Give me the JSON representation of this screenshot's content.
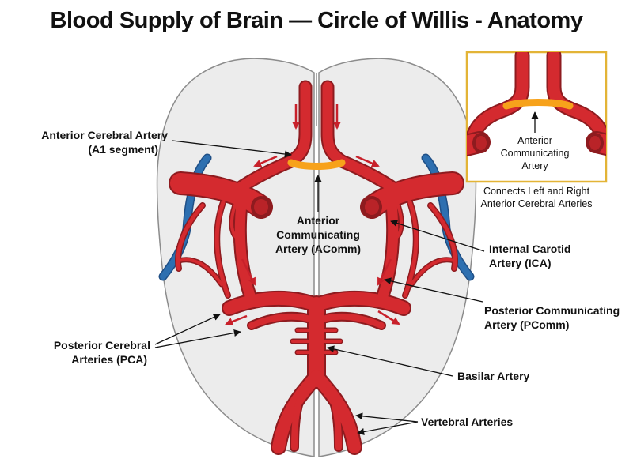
{
  "title": "Blood Supply of Brain — Circle of Willis - Anatomy",
  "colors": {
    "artery": "#d42a2f",
    "artery_dark": "#8e1b1f",
    "vein": "#2d6fb0",
    "acomm": "#f7a21b",
    "brain": "#ececec",
    "inset_border": "#e3b436"
  },
  "labels": {
    "aca_1": "Anterior Cerebral Artery",
    "aca_2": "(A1 segment)",
    "acomm_1": "Anterior",
    "acomm_2": "Communicating",
    "acomm_3": "Artery (AComm)",
    "ica_1": "Internal Carotid",
    "ica_2": "Artery (ICA)",
    "pcomm_1": "Posterior Communicating",
    "pcomm_2": "Artery (PComm)",
    "pca_1": "Posterior Cerebral",
    "pca_2": "Arteries (PCA)",
    "basilar": "Basilar Artery",
    "vertebral": "Vertebral Arteries"
  },
  "inset": {
    "label_1": "Anterior",
    "label_2": "Communicating",
    "label_3": "Artery",
    "caption_1": "Connects Left and Right",
    "caption_2": "Anterior Cerebral Arteries"
  }
}
